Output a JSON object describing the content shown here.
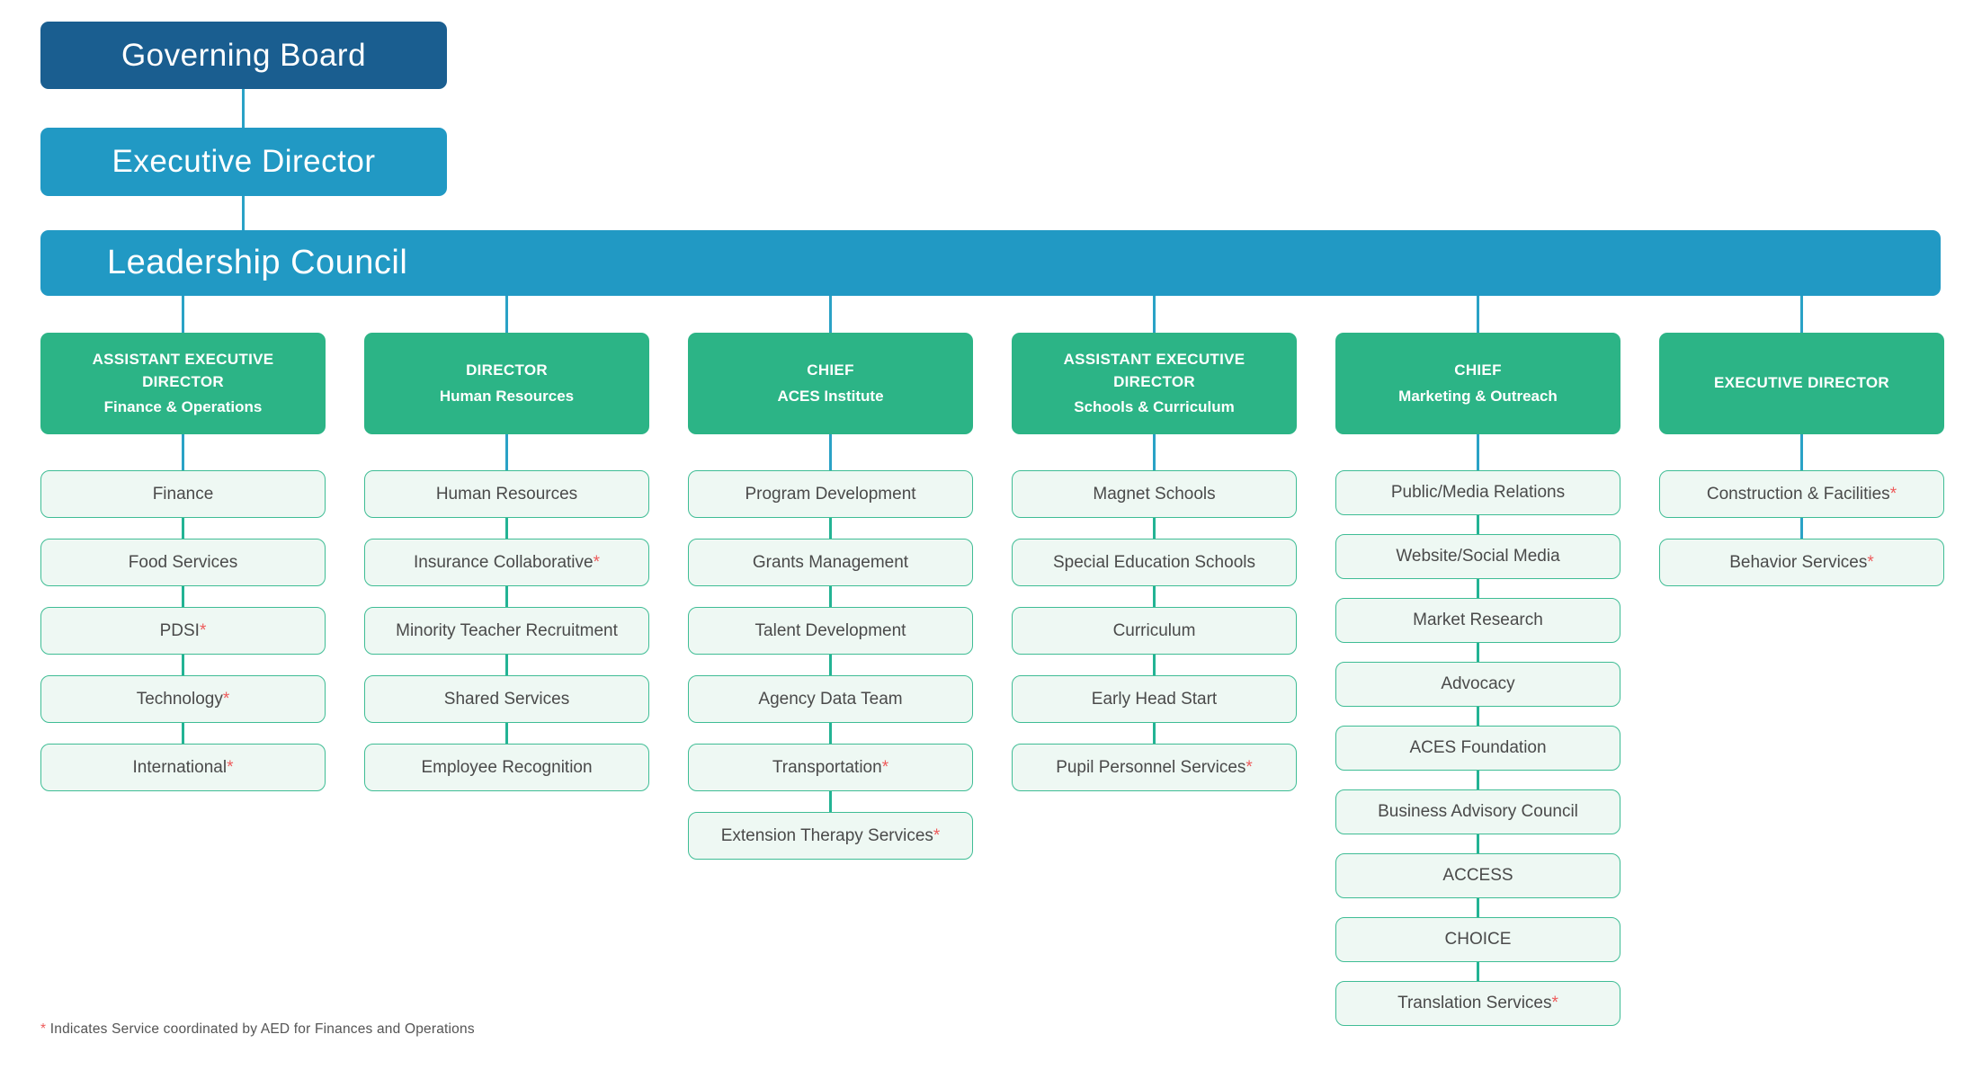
{
  "chart": {
    "star_char": "*",
    "top_boxes": [
      {
        "label": "Governing Board"
      },
      {
        "label": "Executive Director"
      }
    ],
    "council": {
      "label": "Leadership Council"
    },
    "columns": [
      {
        "title": "ASSISTANT EXECUTIVE DIRECTOR",
        "subtitle": "Finance & Operations",
        "item_connector": "green",
        "items": [
          {
            "label": "Finance",
            "starred": false
          },
          {
            "label": "Food Services",
            "starred": false
          },
          {
            "label": "PDSI",
            "starred": true
          },
          {
            "label": "Technology",
            "starred": true
          },
          {
            "label": "International",
            "starred": true
          }
        ]
      },
      {
        "title": "DIRECTOR",
        "subtitle": "Human Resources",
        "item_connector": "green",
        "items": [
          {
            "label": "Human Resources",
            "starred": false
          },
          {
            "label": "Insurance Collaborative",
            "starred": true
          },
          {
            "label": "Minority Teacher Recruitment",
            "starred": false
          },
          {
            "label": "Shared Services",
            "starred": false
          },
          {
            "label": "Employee Recognition",
            "starred": false
          }
        ]
      },
      {
        "title": "CHIEF",
        "subtitle": "ACES Institute",
        "item_connector": "green",
        "items": [
          {
            "label": "Program Development",
            "starred": false
          },
          {
            "label": "Grants Management",
            "starred": false
          },
          {
            "label": "Talent Development",
            "starred": false
          },
          {
            "label": "Agency Data Team",
            "starred": false
          },
          {
            "label": "Transportation",
            "starred": true
          },
          {
            "label": "Extension Therapy Services",
            "starred": true
          }
        ]
      },
      {
        "title": "ASSISTANT EXECUTIVE DIRECTOR",
        "subtitle": "Schools & Curriculum",
        "item_connector": "green",
        "items": [
          {
            "label": "Magnet Schools",
            "starred": false
          },
          {
            "label": "Special Education Schools",
            "starred": false
          },
          {
            "label": "Curriculum",
            "starred": false
          },
          {
            "label": "Early Head Start",
            "starred": false
          },
          {
            "label": "Pupil Personnel Services",
            "starred": true
          }
        ]
      },
      {
        "title": "CHIEF",
        "subtitle": "Marketing & Outreach",
        "item_connector": "green",
        "items": [
          {
            "label": "Public/Media Relations",
            "starred": false
          },
          {
            "label": "Website/Social Media",
            "starred": false
          },
          {
            "label": "Market Research",
            "starred": false
          },
          {
            "label": "Advocacy",
            "starred": false
          },
          {
            "label": "ACES Foundation",
            "starred": false
          },
          {
            "label": "Business Advisory  Council",
            "starred": false
          },
          {
            "label": "ACCESS",
            "starred": false
          },
          {
            "label": "CHOICE",
            "starred": false
          },
          {
            "label": "Translation Services",
            "starred": true
          }
        ]
      },
      {
        "title": "EXECUTIVE DIRECTOR",
        "subtitle": "",
        "item_connector": "blue",
        "items": [
          {
            "label": "Construction & Facilities",
            "starred": true
          },
          {
            "label": "Behavior Services",
            "starred": true
          }
        ]
      }
    ],
    "footnote": {
      "star": "*",
      "text": "Indicates Service coordinated by AED for Finances and Operations"
    }
  },
  "colors": {
    "governing_board": "#1a5e90",
    "primary_blue": "#2199c4",
    "header_green": "#2cb486",
    "item_fill": "#eef8f3",
    "item_border": "#3fbd95",
    "item_text": "#4a4a4a",
    "star_red": "#ee5c5c",
    "connector_blue": "#2aa2c6",
    "connector_green": "#23b394",
    "footnote": "#545454"
  }
}
